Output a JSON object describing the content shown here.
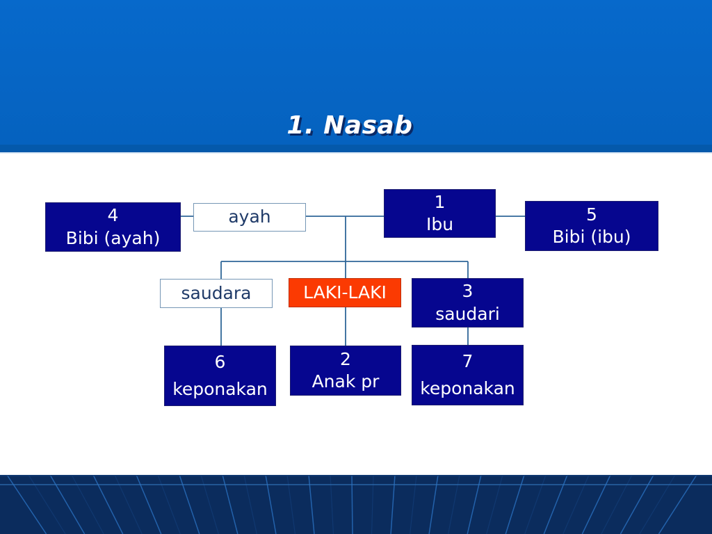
{
  "slide": {
    "title": "1. Nasab"
  },
  "diagram": {
    "nodes": {
      "bibi_ayah": {
        "line1": "4",
        "line2": "Bibi (ayah)"
      },
      "ayah": {
        "label": "ayah"
      },
      "ibu": {
        "line1": "1",
        "line2": "Ibu"
      },
      "bibi_ibu": {
        "line1": "5",
        "line2": "Bibi (ibu)"
      },
      "saudara": {
        "label": "saudara"
      },
      "laki_laki": {
        "label": "LAKI-LAKI"
      },
      "saudari": {
        "line1": "3",
        "line2": "saudari"
      },
      "keponakan_kiri": {
        "line1": "6",
        "line2": "keponakan"
      },
      "anak_pr": {
        "line1": "2",
        "line2": "Anak pr"
      },
      "keponakan_kanan": {
        "line1": "7",
        "line2": "keponakan"
      }
    }
  },
  "colors": {
    "header_blue": "#0666c6",
    "header_strip": "#0459ab",
    "navy_box": "#06068f",
    "orange_box": "#fb3a02",
    "white_box_text": "#1f3a68",
    "connector_line": "#2f6698",
    "footer_navy": "#0b2c5d",
    "footer_grid_line": "#2565b0",
    "title_text": "#ffffff"
  }
}
